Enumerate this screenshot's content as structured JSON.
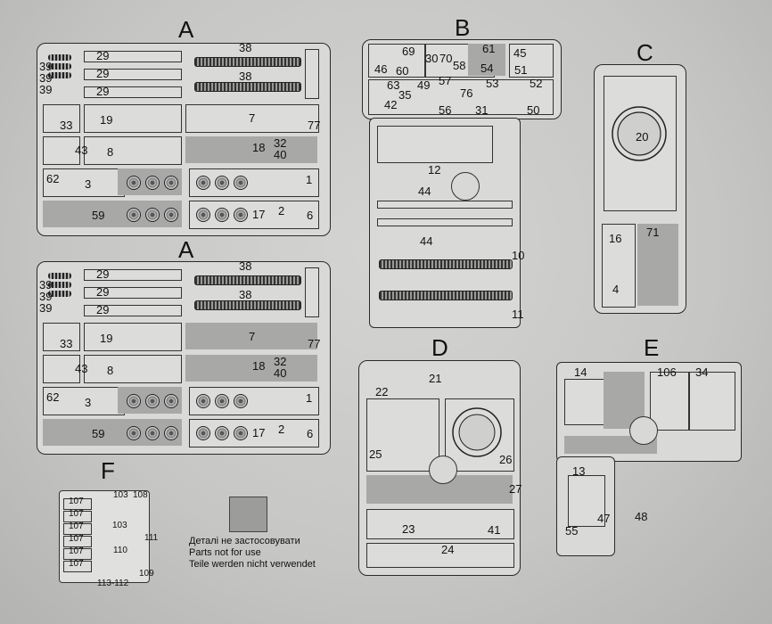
{
  "groups": {
    "a_top": {
      "letter": "A",
      "labels": [
        "38",
        "29",
        "29",
        "29",
        "39",
        "39",
        "39",
        "38",
        "33",
        "19",
        "7",
        "77",
        "43",
        "8",
        "18",
        "32",
        "40",
        "62",
        "3",
        "1",
        "59",
        "17",
        "2",
        "6"
      ]
    },
    "a_bottom": {
      "letter": "A",
      "labels": [
        "38",
        "29",
        "29",
        "29",
        "39",
        "39",
        "39",
        "38",
        "33",
        "19",
        "7",
        "77",
        "43",
        "8",
        "18",
        "32",
        "40",
        "62",
        "3",
        "1",
        "59",
        "17",
        "2",
        "6"
      ]
    },
    "b": {
      "letter": "B",
      "labels": [
        "69",
        "46",
        "60",
        "30",
        "70",
        "58",
        "61",
        "54",
        "45",
        "51",
        "63",
        "35",
        "49",
        "57",
        "76",
        "53",
        "52",
        "42",
        "56",
        "31",
        "50",
        "12",
        "44",
        "44",
        "10",
        "11"
      ]
    },
    "c": {
      "letter": "C",
      "labels": [
        "20",
        "71",
        "16",
        "4"
      ]
    },
    "d": {
      "letter": "D",
      "labels": [
        "22",
        "21",
        "25",
        "26",
        "27",
        "23",
        "41",
        "24"
      ]
    },
    "e": {
      "letter": "E",
      "labels": [
        "14",
        "106",
        "34",
        "13",
        "47",
        "48",
        "55"
      ]
    },
    "f": {
      "letter": "F",
      "labels": [
        "107",
        "107",
        "107",
        "107",
        "107",
        "107",
        "103",
        "108",
        "103",
        "110",
        "111",
        "109",
        "113-112"
      ]
    }
  },
  "legend": {
    "line1": "Деталі не застосовувати",
    "line2": "Parts not for use",
    "line3": "Teile werden nicht verwendet"
  }
}
